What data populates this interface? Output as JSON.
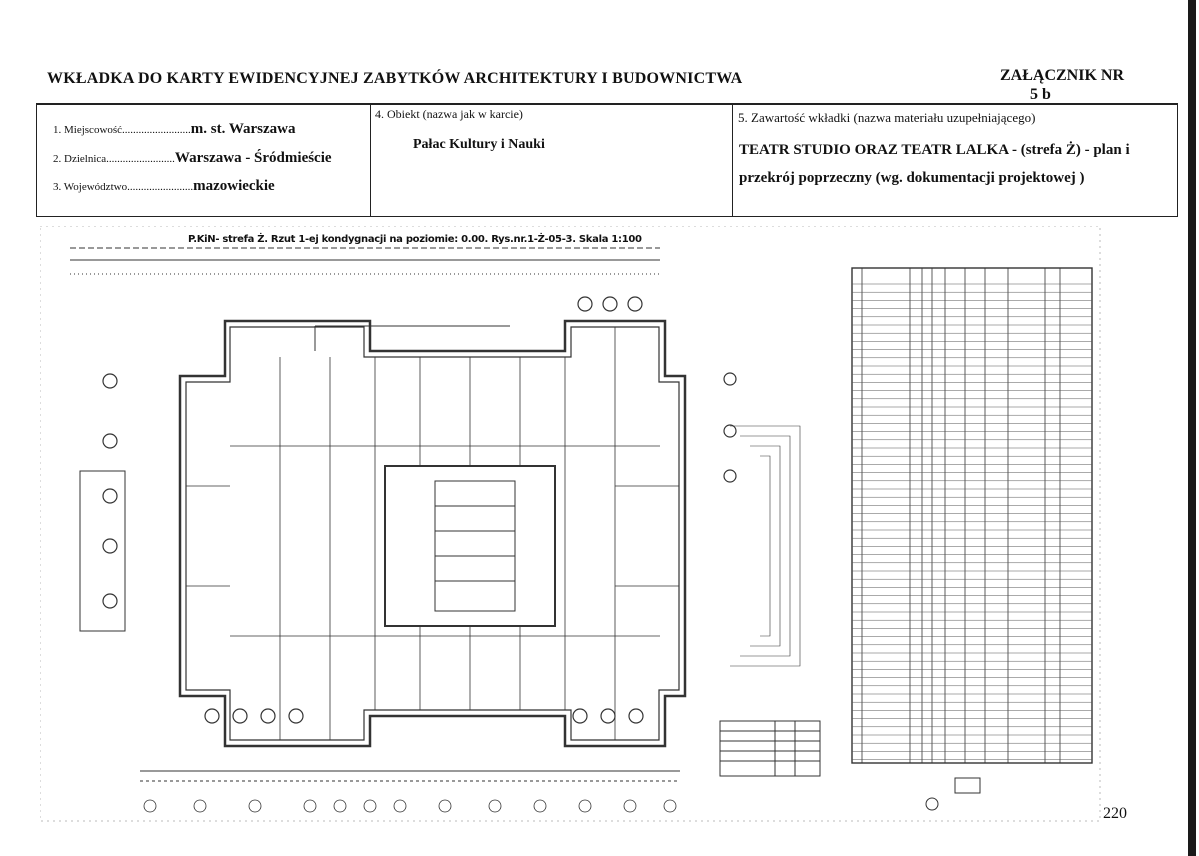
{
  "header": {
    "title": "WKŁADKA DO KARTY EWIDENCYJNEJ ZABYTKÓW ARCHITEKTURY I BUDOWNICTWA",
    "annex_label": "ZAŁĄCZNIK NR",
    "annex_number": "5 b"
  },
  "location": {
    "miejscowosc_label": "1. Miejscowość.........................",
    "miejscowosc_value": "m. st. Warszawa",
    "dzielnica_label": "2. Dzielnica.........................",
    "dzielnica_value": "Warszawa - Śródmieście",
    "wojewodztwo_label": "3. Województwo........................",
    "wojewodztwo_value": "mazowieckie"
  },
  "object": {
    "label": "4. Obiekt (nazwa jak w karcie)",
    "value": "Pałac Kultury i Nauki"
  },
  "contents": {
    "label": "5. Zawartość wkładki (nazwa materiału uzupełniającego)",
    "value": "TEATR STUDIO ORAZ TEATR LALKA - (strefa Ż) - plan i przekrój poprzeczny (wg. dokumentacji projektowej )"
  },
  "drawing": {
    "caption": "P.KiN- strefa Ż. Rzut 1-ej kondygnacji na poziomie: 0.00. Rys.nr.1-Ż-05-3. Skala 1:100"
  },
  "page_number": "220"
}
